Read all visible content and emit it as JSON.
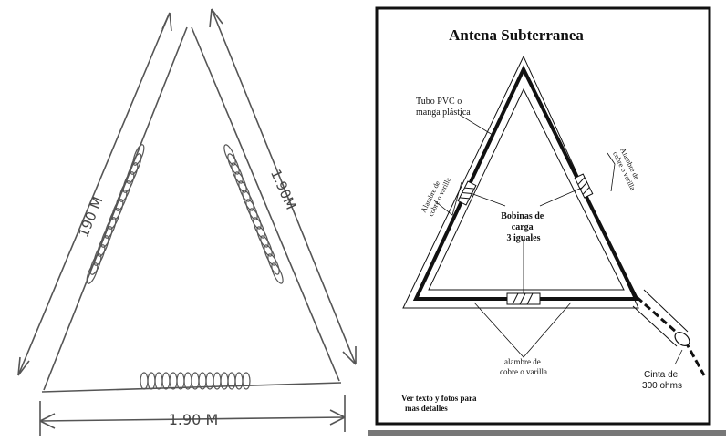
{
  "left_diagram": {
    "left_side_label": "190 M",
    "right_side_label": "1.90M",
    "bottom_label": "1.90 M"
  },
  "right_diagram": {
    "title": "Antena Subterranea",
    "pvc_label": [
      "Tubo PVC o",
      "manga plástica"
    ],
    "left_wire_label": [
      "Alambre de",
      "cobre o varilla"
    ],
    "right_wire_label": [
      "Alambre de",
      "cobre o varilla"
    ],
    "coils_label": [
      "Bobinas de",
      "carga",
      "3 iguales"
    ],
    "bottom_wire_label": [
      "alambre de",
      "cobre o varilla"
    ],
    "ribbon_label": [
      "Cinta de",
      "300 ohms"
    ],
    "note": [
      "Ver texto y fotos para",
      "mas detalles"
    ]
  },
  "colors": {
    "line": "#111111",
    "sketch": "#555555",
    "frame": "#111111"
  }
}
